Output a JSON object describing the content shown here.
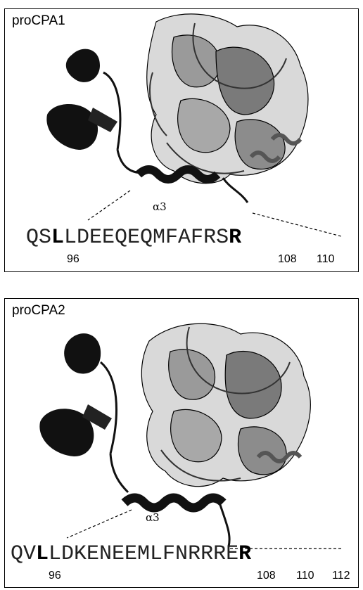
{
  "panels": [
    {
      "label": "proCPA1",
      "helix_label": "α3",
      "sequence": {
        "pre": "QS",
        "bold1": "L",
        "mid": "LDEEQEQMFAFRS",
        "bold2": "R",
        "post": ""
      },
      "residue_numbers": [
        "96",
        "108",
        "110"
      ]
    },
    {
      "label": "proCPA2",
      "helix_label": "α3",
      "sequence": {
        "pre": "QV",
        "bold1": "L",
        "mid": "LDKENEEMLFNRRRE",
        "bold2": "R",
        "post": ""
      },
      "residue_numbers": [
        "96",
        "108",
        "110",
        "112"
      ]
    }
  ],
  "colors": {
    "dark_domain": "#111111",
    "light_domain": "#bdbdbd",
    "mid_domain": "#8a8a8a",
    "outline": "#000000"
  }
}
